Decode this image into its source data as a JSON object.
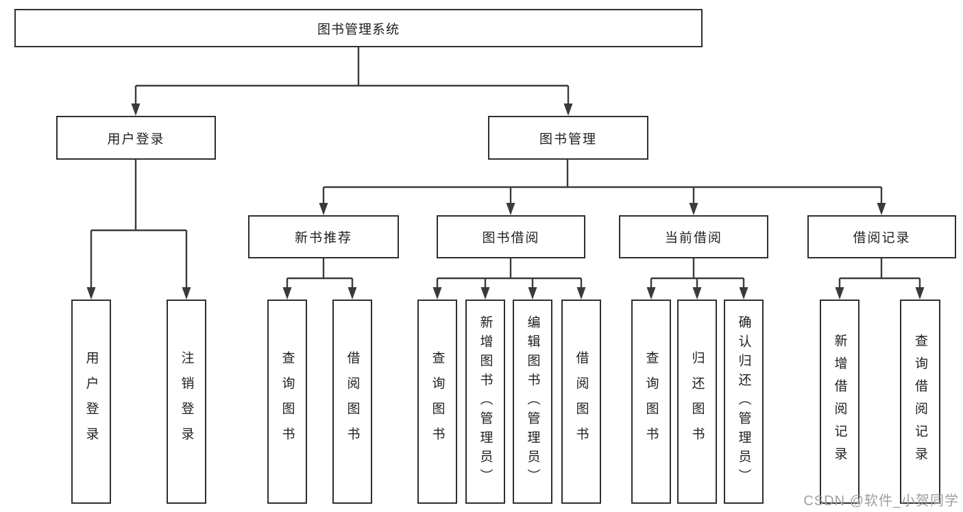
{
  "tree": {
    "label": "图书管理系统",
    "children": [
      {
        "label": "用户登录",
        "children": [
          {
            "label": "用户登录"
          },
          {
            "label": "注销登录"
          }
        ]
      },
      {
        "label": "图书管理",
        "children": [
          {
            "label": "新书推荐",
            "children": [
              {
                "label": "查询图书"
              },
              {
                "label": "借阅图书"
              }
            ]
          },
          {
            "label": "图书借阅",
            "children": [
              {
                "label": "查询图书"
              },
              {
                "label": "新增图书（管理员）"
              },
              {
                "label": "编辑图书（管理员）"
              },
              {
                "label": "借阅图书"
              }
            ]
          },
          {
            "label": "当前借阅",
            "children": [
              {
                "label": "查询图书"
              },
              {
                "label": "归还图书"
              },
              {
                "label": "确认归还（管理员）"
              }
            ]
          },
          {
            "label": "借阅记录",
            "children": [
              {
                "label": "新增借阅记录"
              },
              {
                "label": "查询借阅记录"
              }
            ]
          }
        ]
      }
    ]
  },
  "watermark": "CSDN @软件_小贺同学",
  "colors": {
    "line": "#3a3a3a",
    "box_border": "#2e2e2e",
    "text": "#1f1f1f",
    "watermark": "#9e9e9e",
    "background": "#ffffff"
  }
}
